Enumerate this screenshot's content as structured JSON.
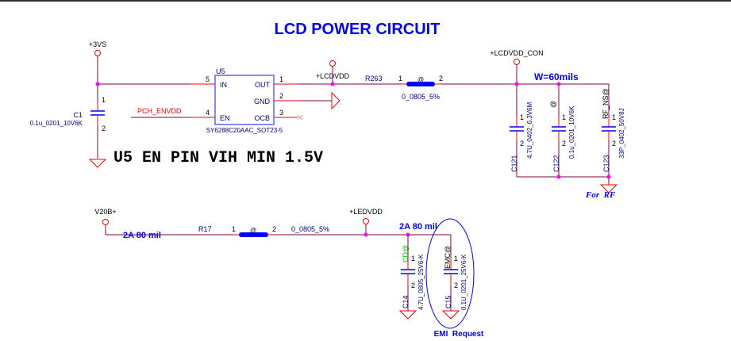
{
  "title": "LCD POWER CIRCUIT",
  "colors": {
    "wire": "#800040",
    "pin": "#ff0000",
    "junction": "#ff00ff",
    "label_blue": "#0000ff",
    "text_dark": "#000080",
    "green": "#00c000",
    "cap": "#0000ff",
    "resistor": "#0000ff"
  },
  "nets": {
    "p3vs": "+3VS",
    "lcdvdd": "+LCDVDD",
    "lcdvdd_con": "+LCDVDD_CON",
    "pch_envdd": "PCH_ENVDD",
    "v20b": "V20B+",
    "ledvdd": "+LEDVDD"
  },
  "u5": {
    "ref": "U5",
    "part": "SY6288C20AAC_SOT23-5",
    "pins": {
      "in": {
        "name": "IN",
        "num": "5"
      },
      "en": {
        "name": "EN",
        "num": "4"
      },
      "out": {
        "name": "OUT",
        "num": "1"
      },
      "gnd": {
        "name": "GND",
        "num": "2"
      },
      "ocb": {
        "name": "OCB",
        "num": "3"
      }
    }
  },
  "c1": {
    "ref": "C1",
    "value": "0.1u_0201_10V6K",
    "pin1": "1",
    "pin2": "2"
  },
  "r263": {
    "ref": "R263",
    "value": "0_0805_5%",
    "pin1": "1",
    "pin2": "2",
    "mark": "@"
  },
  "c121": {
    "ref": "C121",
    "value": "4.7U_0402_6.3V6M",
    "pin1": "1",
    "pin2": "2"
  },
  "c122": {
    "ref": "C122",
    "value": "0.1u_0201_10V6K",
    "pin1": "1",
    "pin2": "2",
    "mark": "@"
  },
  "c123": {
    "ref": "C123",
    "value": "33P_0402_50V8J",
    "pin1": "1",
    "pin2": "2",
    "mark": "RF_NS@"
  },
  "r17": {
    "ref": "R17",
    "value": "0_0805_5%",
    "pin1": "1",
    "pin2": "2",
    "mark": "@"
  },
  "c14": {
    "ref": "C14",
    "value": "4.7U_0805_25V6-K",
    "pin1": "1",
    "pin2": "2",
    "mark": "CD@"
  },
  "c15": {
    "ref": "C15",
    "value": "0.1U_0201_25V6-K",
    "pin1": "1",
    "pin2": "2",
    "mark": "EMC@"
  },
  "notes": {
    "en_note": "U5 EN PIN VIH MIN 1.5V",
    "width_note": "W=60mils",
    "for_rf": "For  RF",
    "v20b_width": "2A 80 mil",
    "ledvdd_width": "2A 80 mil",
    "emi_request": "EMI  Request"
  }
}
